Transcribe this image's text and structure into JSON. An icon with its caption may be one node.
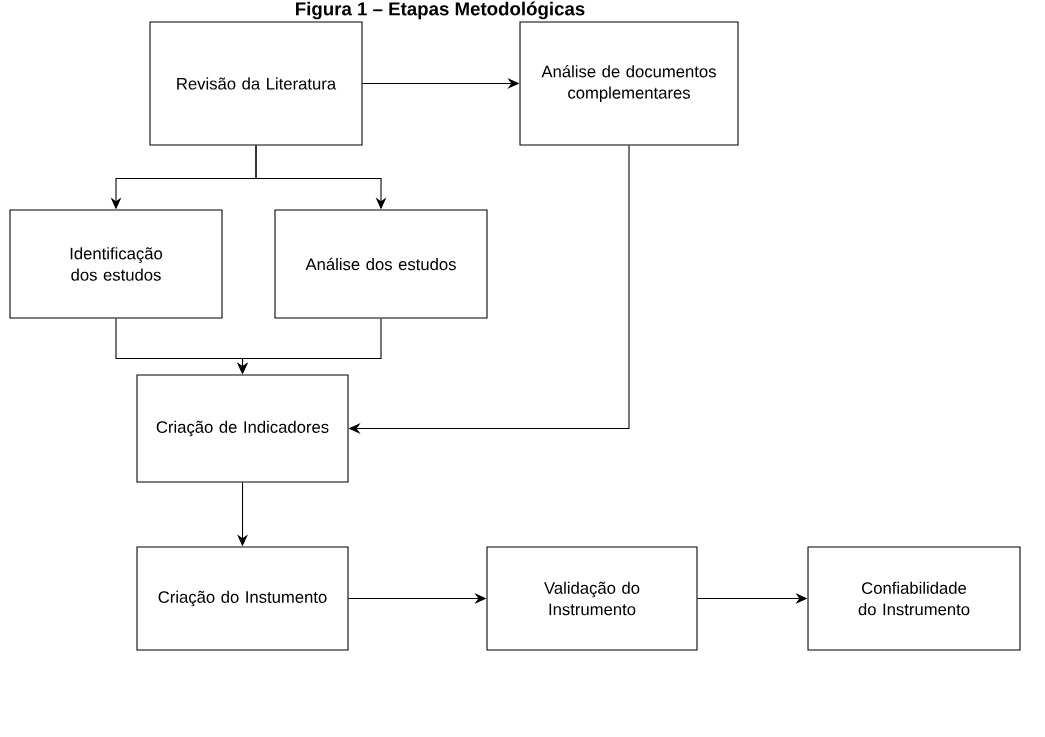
{
  "diagram": {
    "title": "Figura 1 – Etapas Metodológicas",
    "nodes": [
      {
        "text": [
          "Revisão da Literatura"
        ]
      },
      {
        "text": [
          "Análise de documentos complementares"
        ]
      },
      {
        "text": [
          "Identificação dos estudos"
        ]
      },
      {
        "text": [
          "Análise dos estudos"
        ]
      },
      {
        "text": [
          "Criação de Indicadores"
        ]
      },
      {
        "text": [
          "Criação do Instumento"
        ]
      },
      {
        "text": [
          "Validação do Instrumento"
        ]
      },
      {
        "text": [
          "Confiabilidade do Instrumento"
        ]
      }
    ],
    "edges": [
      {
        "from": 0,
        "to": 1,
        "arrow": "to"
      },
      {
        "from": 0,
        "to": 2,
        "arrow": "to"
      },
      {
        "from": 0,
        "to": 3,
        "arrow": "to"
      },
      {
        "from": 2,
        "to": 4,
        "arrow": "to"
      },
      {
        "from": 3,
        "to": 4,
        "arrow": "to"
      },
      {
        "from": 1,
        "to": 4,
        "arrow": "to"
      },
      {
        "from": 4,
        "to": 5,
        "arrow": "to"
      },
      {
        "from": 5,
        "to": 6,
        "arrow": "to"
      },
      {
        "from": 6,
        "to": 7,
        "arrow": "to"
      }
    ]
  }
}
